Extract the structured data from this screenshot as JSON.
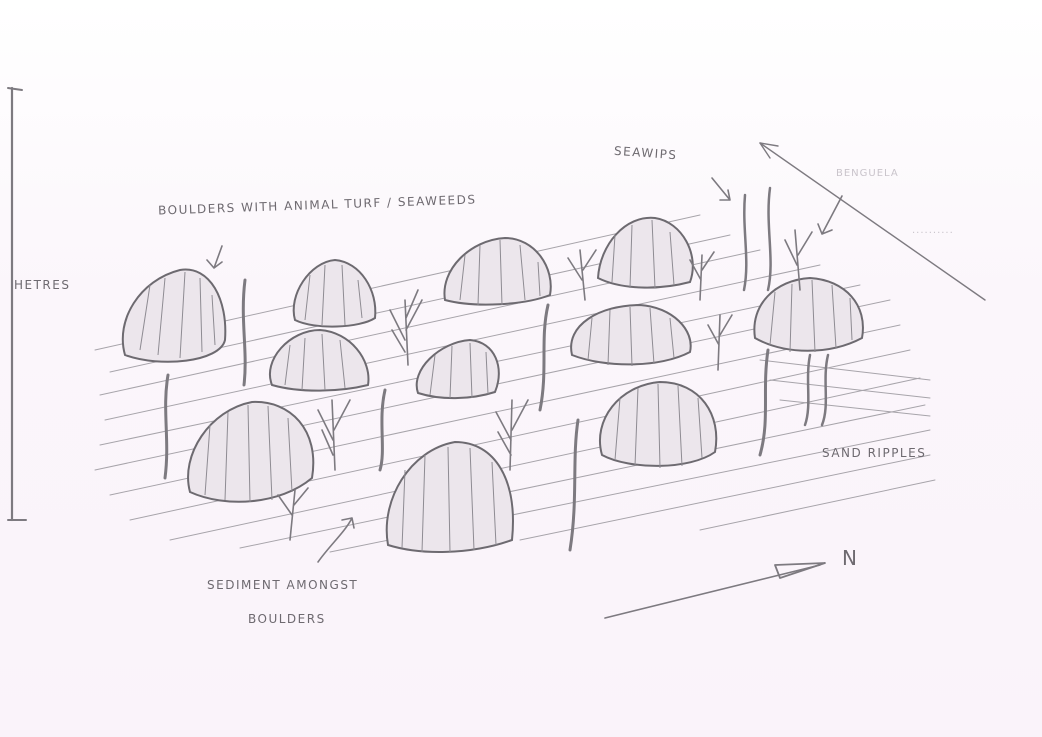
{
  "labels": {
    "metres": "HETRES",
    "boulders": "BOULDERS WITH ANIMAL TURF / SEAWEEDS",
    "seawips": "SEAWIPS",
    "faint_top": "BENGUELA",
    "faint_side": "..........",
    "sand_ripples": "SAND RIPPLES",
    "sediment_line1": "SEDIMENT AMONGST",
    "sediment_line2": "BOULDERS",
    "north": "N"
  },
  "colors": {
    "pencil": "#7d7a80",
    "paper": "#fdfbfd"
  }
}
